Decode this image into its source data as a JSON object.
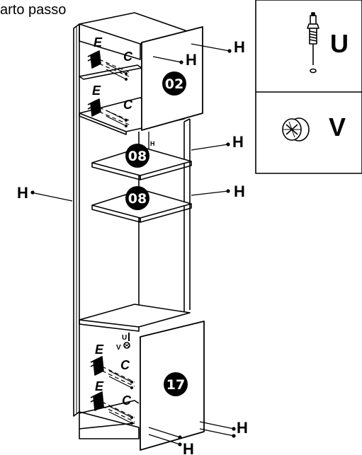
{
  "header": {
    "step_text": "arto passo"
  },
  "legend": {
    "items": [
      {
        "letter": "U",
        "icon": "cam-bolt-icon"
      },
      {
        "letter": "V",
        "icon": "cam-lock-icon"
      }
    ]
  },
  "panels": {
    "upper_door_number": "02",
    "shelf_1_number": "08",
    "shelf_2_number": "08",
    "lower_door_number": "17"
  },
  "callouts": {
    "H": "H",
    "H_small": "H",
    "E": "E",
    "C": "C",
    "U": "U",
    "V": "V"
  }
}
